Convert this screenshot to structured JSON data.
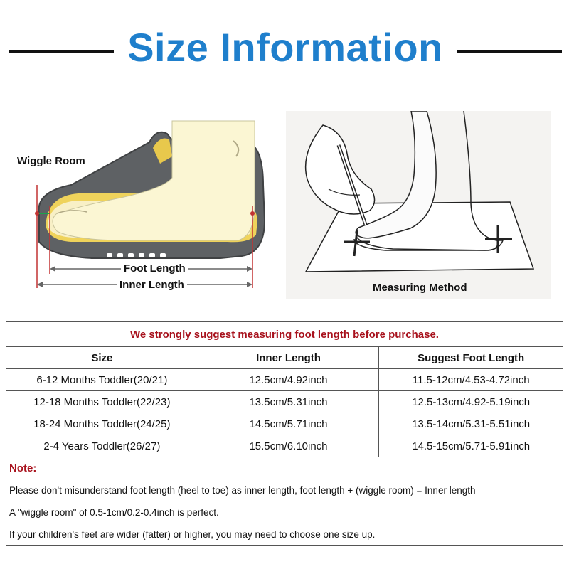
{
  "header": {
    "title": "Size Information"
  },
  "shoe_figure": {
    "wiggle_room": "Wiggle Room",
    "foot_length": "Foot Length",
    "inner_length": "Inner Length"
  },
  "measure_figure": {
    "caption": "Measuring Method"
  },
  "table": {
    "suggestion": "We strongly suggest measuring foot length before purchase.",
    "columns": [
      "Size",
      "Inner Length",
      "Suggest Foot Length"
    ],
    "rows": [
      [
        "6-12 Months Toddler(20/21)",
        "12.5cm/4.92inch",
        "11.5-12cm/4.53-4.72inch"
      ],
      [
        "12-18 Months Toddler(22/23)",
        "13.5cm/5.31inch",
        "12.5-13cm/4.92-5.19inch"
      ],
      [
        "18-24 Months Toddler(24/25)",
        "14.5cm/5.71inch",
        "13.5-14cm/5.31-5.51inch"
      ],
      [
        "2-4 Years Toddler(26/27)",
        "15.5cm/6.10inch",
        "14.5-15cm/5.71-5.91inch"
      ]
    ],
    "note_title": "Note:",
    "notes": [
      "Please don't misunderstand foot length (heel to toe) as inner length, foot length + (wiggle room) = Inner length",
      "A \"wiggle room\" of 0.5-1cm/0.2-0.4inch is perfect.",
      "If your children's feet are wider (fatter) or higher, you may need to choose one size up."
    ]
  },
  "colors": {
    "title": "#1f7fcc",
    "accent_red": "#a8121d",
    "insole": "#f0d35a",
    "foot": "#fbf6d3",
    "sole": "#66686b"
  }
}
